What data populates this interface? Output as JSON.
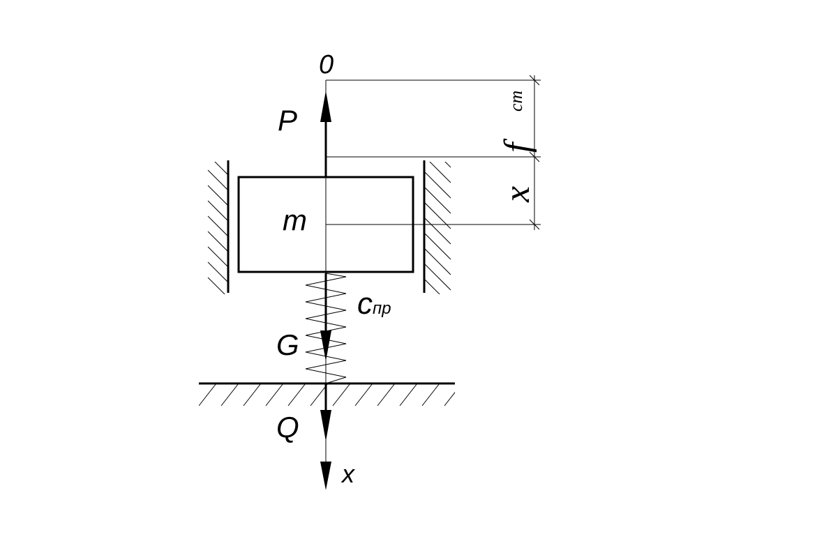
{
  "labels": {
    "origin": "0",
    "force_p": "P",
    "mass": "m",
    "spring_c": "c",
    "spring_sub": "пр",
    "force_g": "G",
    "force_q": "Q",
    "axis_x": "x",
    "dim_f": "f",
    "dim_f_sub": "cm",
    "dim_x": "x"
  },
  "colors": {
    "stroke": "#000000",
    "background": "#ffffff"
  }
}
